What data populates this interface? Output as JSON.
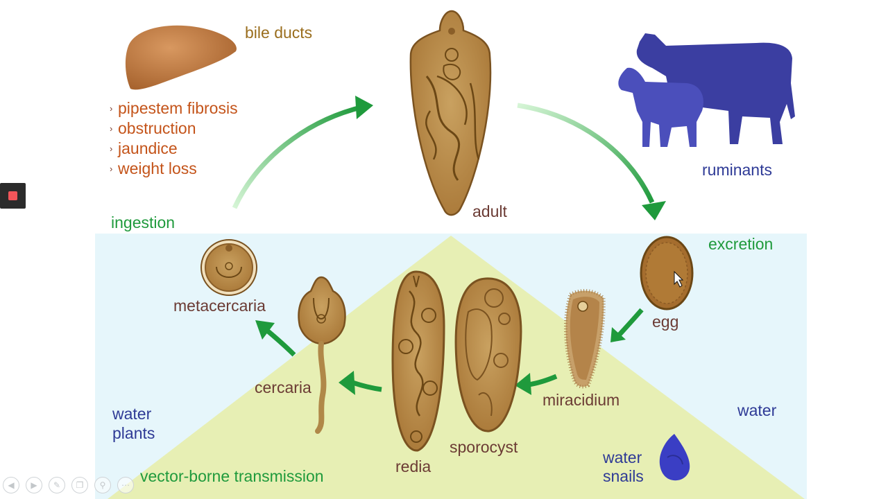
{
  "labels": {
    "bile_ducts": "bile ducts",
    "adult": "adult",
    "ruminants": "ruminants",
    "ingestion": "ingestion",
    "excretion": "excretion",
    "egg": "egg",
    "miracidium": "miracidium",
    "sporocyst": "sporocyst",
    "redia": "redia",
    "cercaria": "cercaria",
    "metacercaria": "metacercaria",
    "water_plants_line1": "water",
    "water_plants_line2": "plants",
    "water": "water",
    "water_snails_line1": "water",
    "water_snails_line2": "snails",
    "vector_borne": "vector-borne transmission"
  },
  "symptoms": [
    "pipestem fibrosis",
    "obstruction",
    "jaundice",
    "weight loss"
  ],
  "colors": {
    "water_bg": "#e6f6fb",
    "triangle": "#e7efb4",
    "arrow_green": "#1f9a3c",
    "organism_brown": "#a8793a",
    "organism_dark": "#6b4715",
    "liver": "#b8763e",
    "animal_blue": "#3b3ea1",
    "snail_blue": "#3a3ec4"
  },
  "icons": {
    "record": "record-stop-icon",
    "player": [
      "prev-icon",
      "play-icon",
      "pen-icon",
      "copy-icon",
      "zoom-icon",
      "more-icon"
    ]
  }
}
